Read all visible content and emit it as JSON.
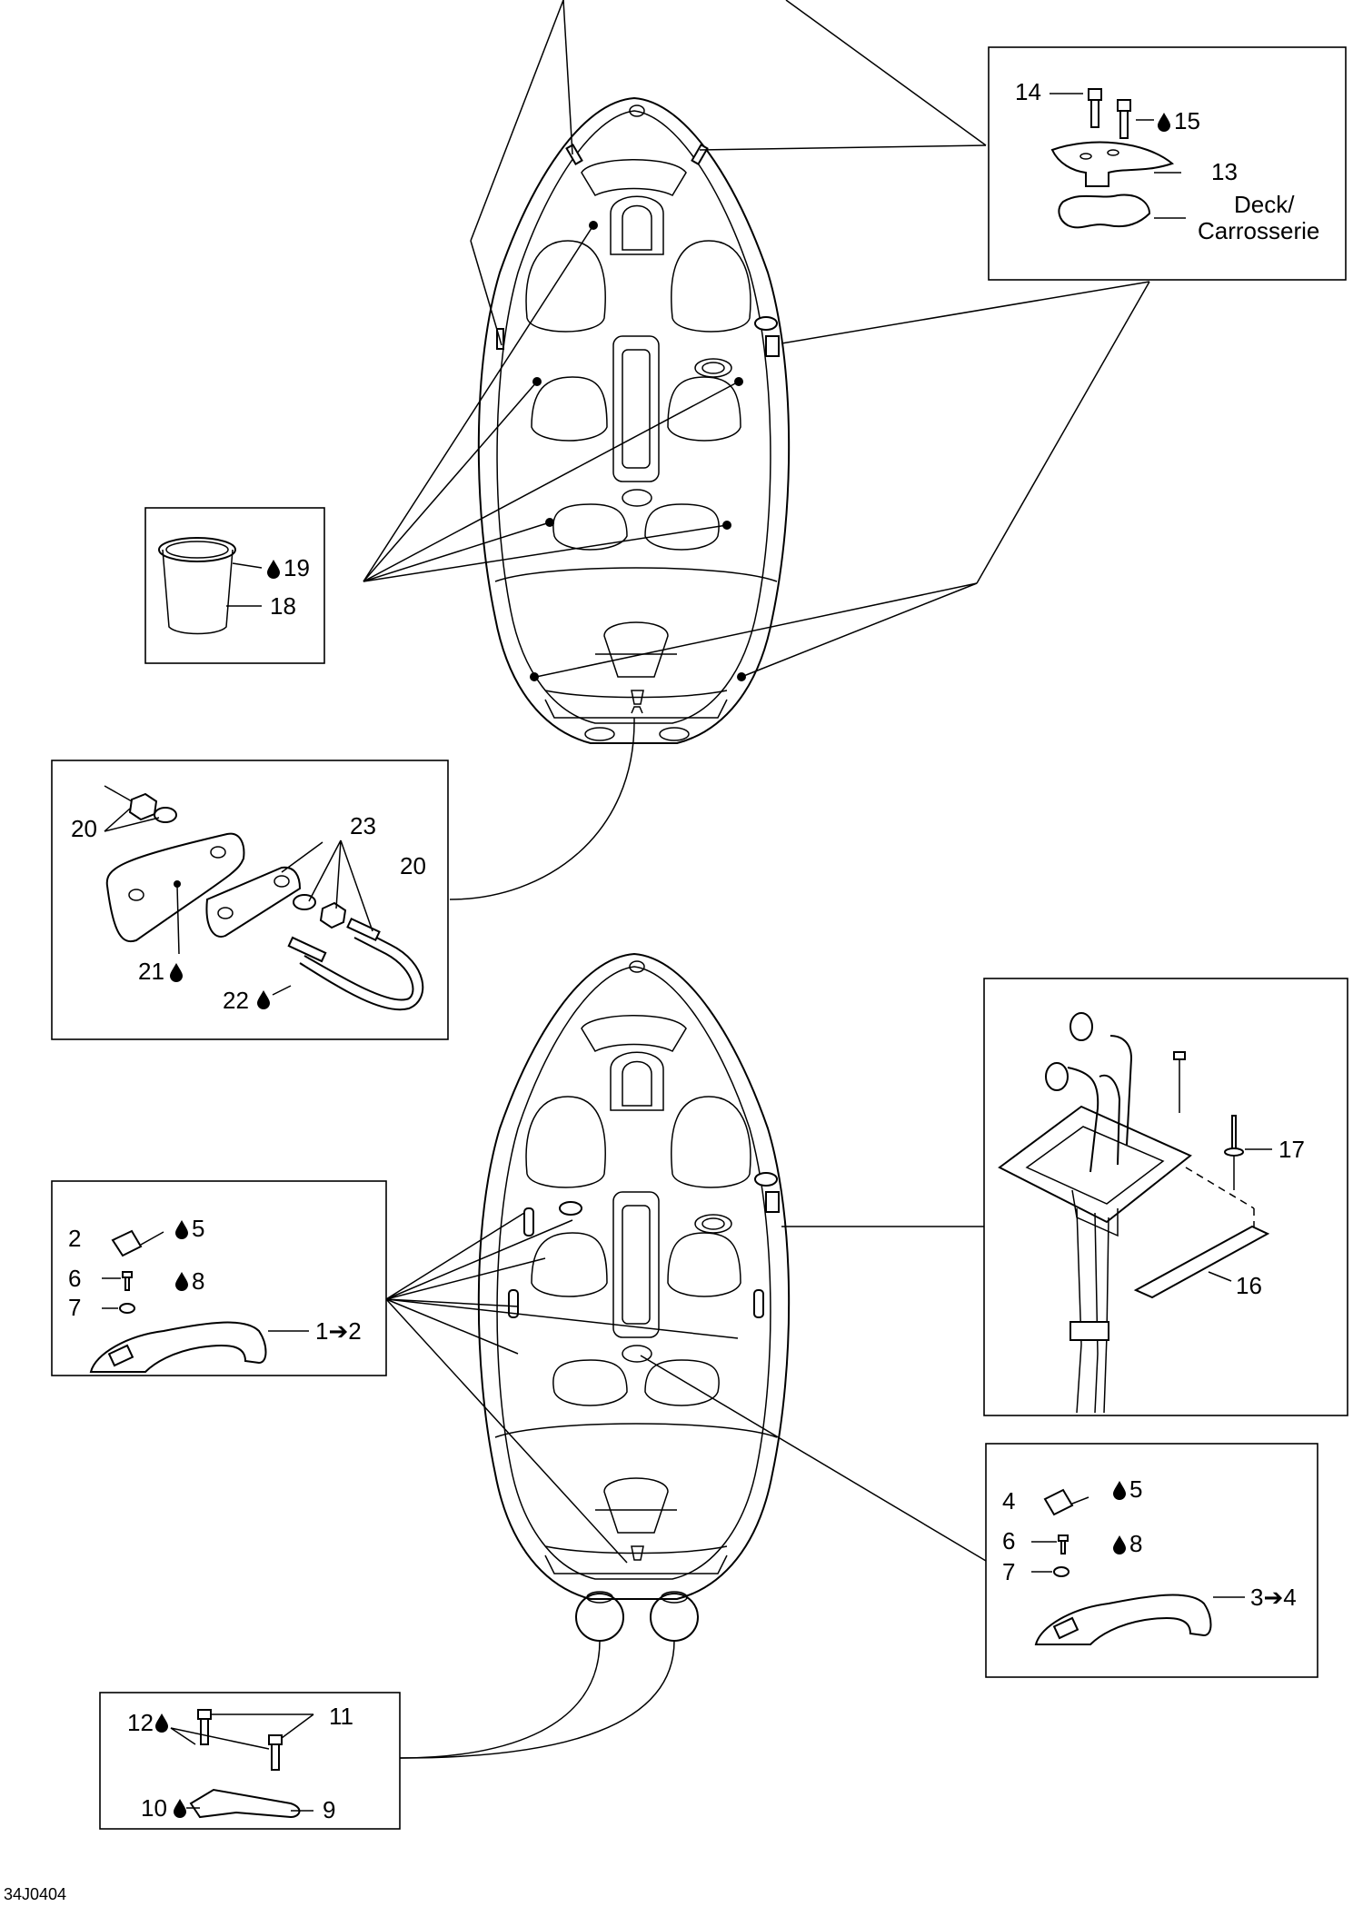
{
  "diagram_id": "34J0404",
  "callouts": {
    "c1_2": "1➔2",
    "c2": "2",
    "c3_4": "3➔4",
    "c4": "4",
    "c5a": "5",
    "c5b": "5",
    "c6a": "6",
    "c6b": "6",
    "c7a": "7",
    "c7b": "7",
    "c8a": "8",
    "c8b": "8",
    "c9": "9",
    "c10": "10",
    "c11": "11",
    "c12": "12",
    "c13": "13",
    "c14": "14",
    "c15": "15",
    "c16": "16",
    "c17": "17",
    "c18": "18",
    "c19": "19",
    "c20a": "20",
    "c20b": "20",
    "c21": "21",
    "c22": "22",
    "c23": "23",
    "deck_en": "Deck/",
    "deck_fr": "Carrosserie"
  },
  "icons": {
    "sealant_drop": "drop-icon",
    "arrow": "arrow-right-icon"
  }
}
